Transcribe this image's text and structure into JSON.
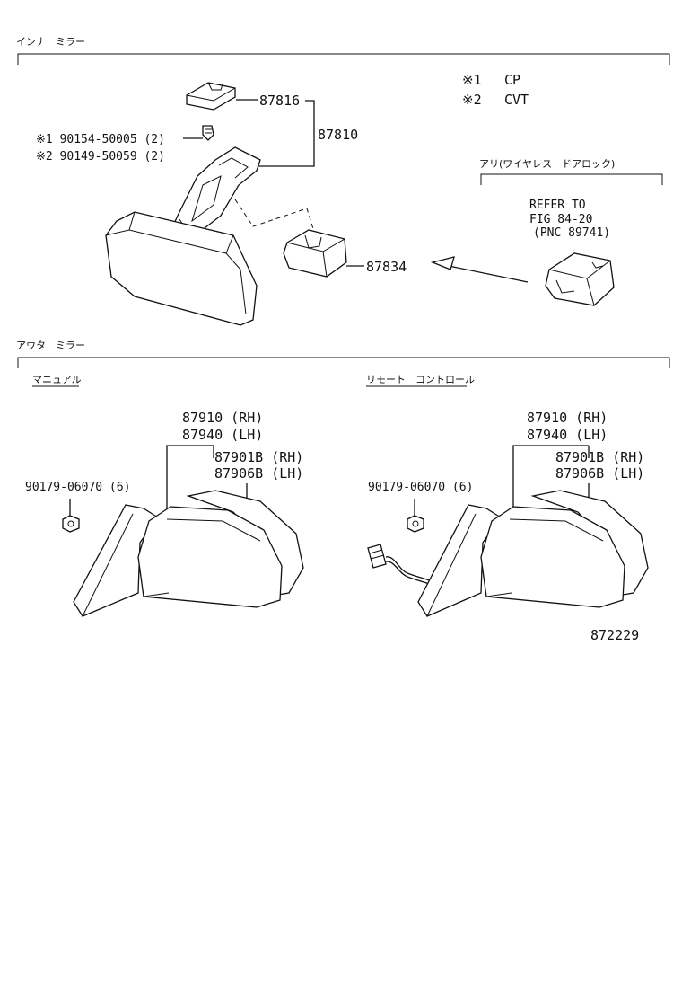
{
  "sections": {
    "inner_mirror": "インナ　ミラー",
    "outer_mirror": "アウタ　ミラー",
    "manual": "マニュアル",
    "remote": "リモート　コントロール",
    "option": "アリ(ワイヤレス　ドアロック)"
  },
  "notes": [
    {
      "mark": "※1",
      "text": "CP"
    },
    {
      "mark": "※2",
      "text": "CVT"
    }
  ],
  "inner": {
    "p87816": "87816",
    "p87810": "87810",
    "p87834": "87834",
    "bolt1": "※1 90154-50005 (2)",
    "bolt2": "※2 90149-50059 (2)",
    "refer1": "REFER TO",
    "refer2": "FIG 84-20",
    "refer3": "(PNC 89741)"
  },
  "outer_manual": {
    "a": "87910 (RH)",
    "b": "87940 (LH)",
    "c": "87901B (RH)",
    "d": "87906B (LH)",
    "nut": "90179-06070 (6)"
  },
  "outer_remote": {
    "a": "87910 (RH)",
    "b": "87940 (LH)",
    "c": "87901B (RH)",
    "d": "87906B (LH)",
    "nut": "90179-06070 (6)"
  },
  "figure_number": "872229"
}
